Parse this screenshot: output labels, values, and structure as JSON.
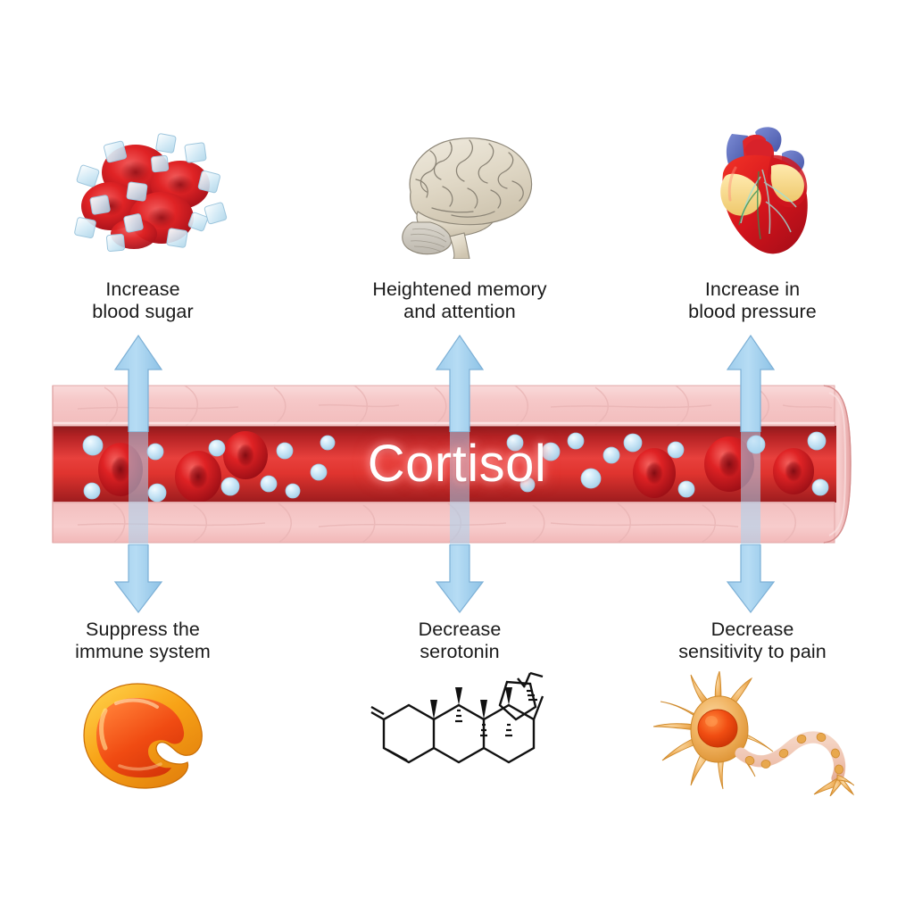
{
  "diagram": {
    "title": "Cortisol",
    "center_label": "Cortisol",
    "subject": "effects of cortisol released into the bloodstream"
  },
  "colors": {
    "arrow_fill": "#a8d4f0",
    "arrow_stroke": "#7fb4d8",
    "vessel_wall": "#f5c3c3",
    "vessel_lumen_dark": "#9e2020",
    "vessel_lumen_bright": "#e8393a",
    "rbc_red": "#d81f21",
    "molecule_blue": "#bfe0f5",
    "caption_text": "#1a1a1a",
    "background": "#ffffff",
    "brain_beige": "#e3dccb",
    "heart_red": "#d71920",
    "heart_vein_blue": "#5b6fc0",
    "heart_fat_yellow": "#f5d98a",
    "macrophage_orange": "#f6a01e",
    "macrophage_core": "#ef4a16",
    "neuron_tan": "#eeb86a",
    "neuron_nucleus": "#ef4a16",
    "molecule_line": "#1a1a1a"
  },
  "effects_up": [
    {
      "id": "blood-sugar",
      "label": "Increase\nblood sugar",
      "icon": "red-blood-cells-with-sugar-cubes-icon",
      "arrow": "up-arrow"
    },
    {
      "id": "memory-attention",
      "label": "Heightened memory\nand attention",
      "icon": "brain-icon",
      "arrow": "up-arrow"
    },
    {
      "id": "blood-pressure",
      "label": "Increase in\nblood pressure",
      "icon": "heart-icon",
      "arrow": "up-arrow"
    }
  ],
  "effects_down": [
    {
      "id": "immune-system",
      "label": "Suppress the\nimmune system",
      "icon": "macrophage-immune-cell-icon",
      "arrow": "down-arrow"
    },
    {
      "id": "serotonin",
      "label": "Decrease\nserotonin",
      "icon": "steroid-molecule-icon",
      "arrow": "down-arrow"
    },
    {
      "id": "pain-sensitivity",
      "label": "Decrease\nsensitivity to pain",
      "icon": "neuron-icon",
      "arrow": "down-arrow"
    }
  ],
  "vessel": {
    "name": "blood-vessel",
    "contents": {
      "red_blood_cells": 6,
      "cortisol_molecules": 22
    }
  }
}
